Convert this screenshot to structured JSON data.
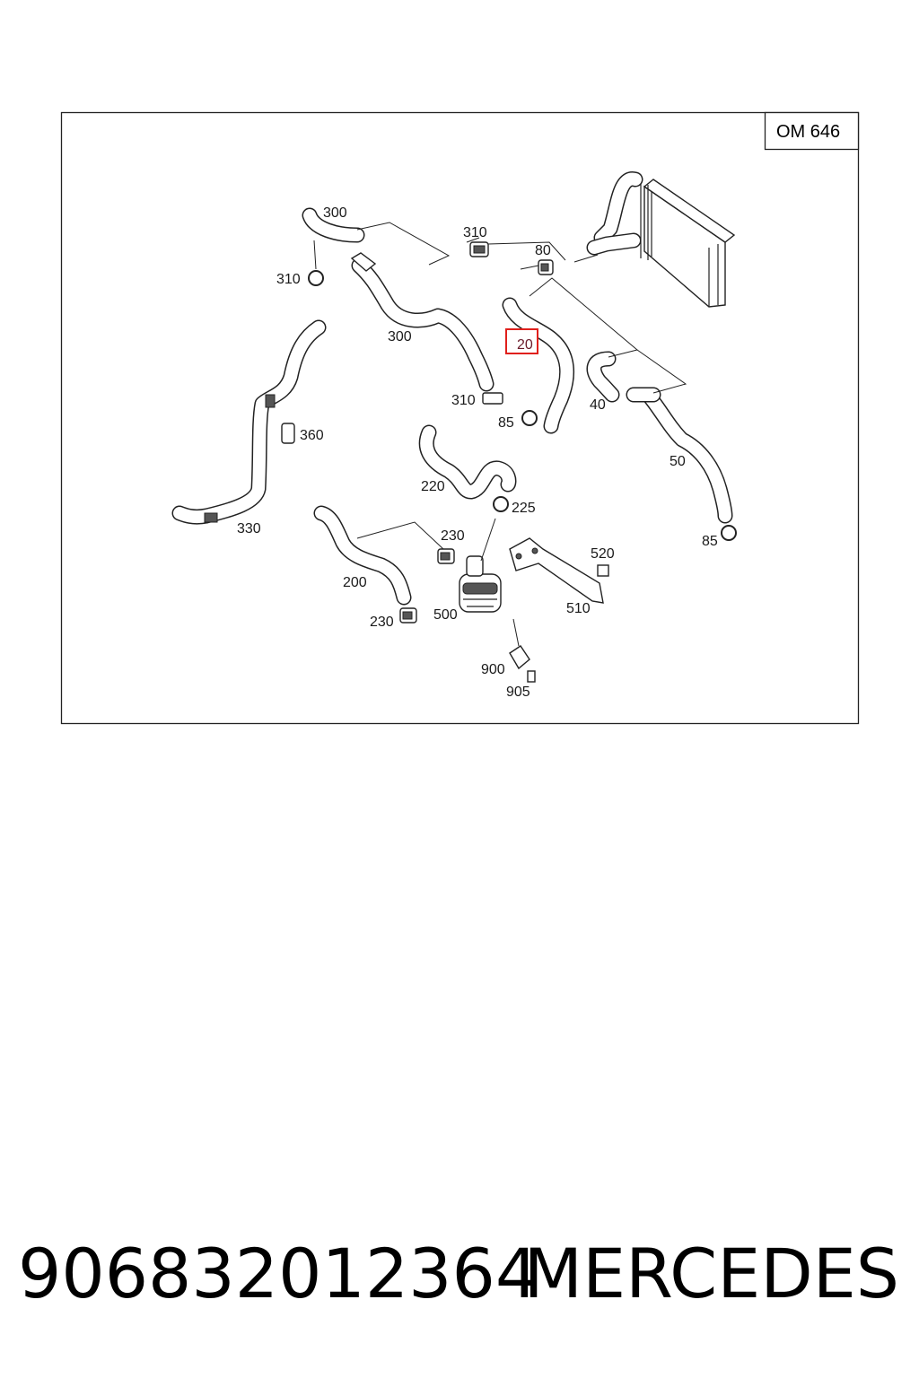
{
  "diagram": {
    "model_label": "OM 646",
    "callouts": {
      "c300a": "300",
      "c310a": "310",
      "c310b": "310",
      "c80": "80",
      "c300b": "300",
      "c20": "20",
      "c310c": "310",
      "c85a": "85",
      "c40": "40",
      "c360": "360",
      "c50": "50",
      "c220": "220",
      "c225": "225",
      "c330": "330",
      "c230a": "230",
      "c520": "520",
      "c85b": "85",
      "c200": "200",
      "c500": "500",
      "c510": "510",
      "c230b": "230",
      "c900": "900",
      "c905": "905"
    },
    "highlighted_callout": "20",
    "highlight_color": "#e0201c"
  },
  "footer": {
    "part_number": "906832012364",
    "brand": "MERCEDES"
  }
}
